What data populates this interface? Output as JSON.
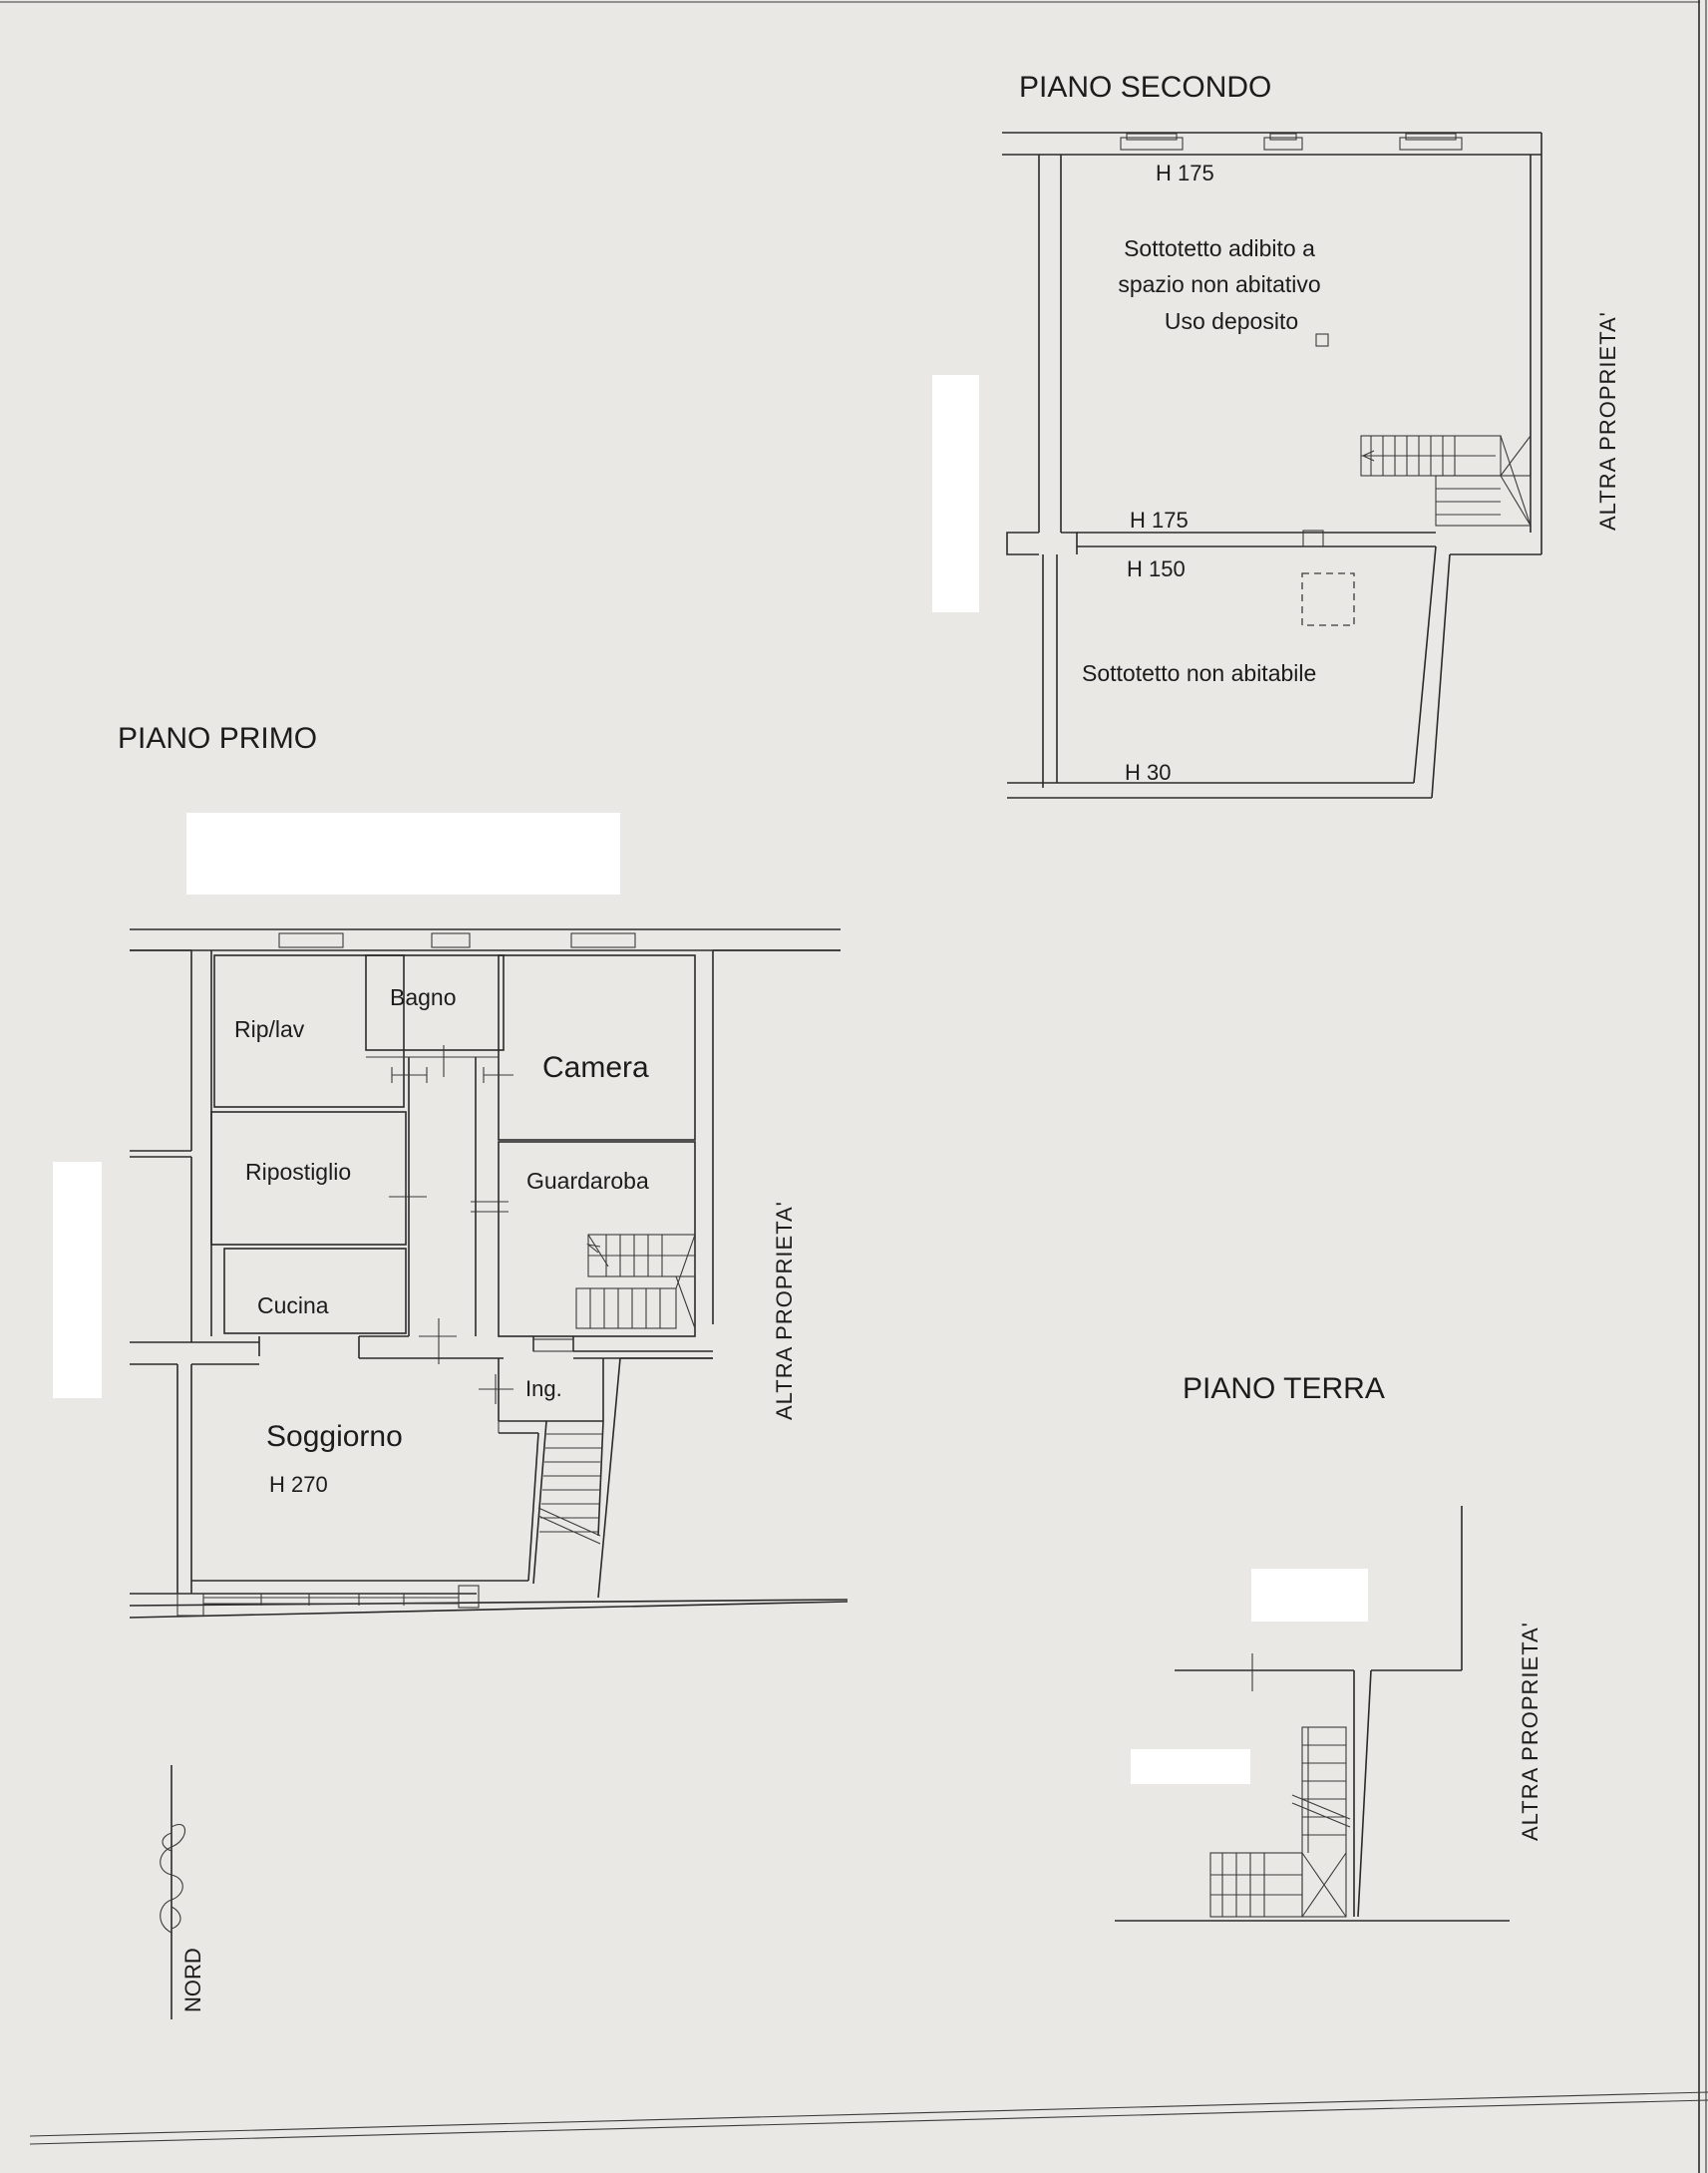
{
  "floors": {
    "second": {
      "title": "PIANO SECONDO",
      "heights": {
        "top": "H 175",
        "mid_upper": "H 175",
        "mid_lower": "H 150",
        "bottom": "H 30"
      },
      "attic_use": [
        "Sottotetto adibito a",
        "spazio non abitativo",
        "Uso deposito"
      ],
      "attic_non_habitable": "Sottotetto non abitabile",
      "neighbour": "ALTRA PROPRIETA'"
    },
    "first": {
      "title": "PIANO PRIMO",
      "rooms": {
        "rip_lav": "Rip/lav",
        "bagno": "Bagno",
        "camera": "Camera",
        "ripostiglio": "Ripostiglio",
        "guardaroba": "Guardaroba",
        "cucina": "Cucina",
        "ingresso": "Ing.",
        "soggiorno": "Soggiorno"
      },
      "height": "H 270",
      "neighbour": "ALTRA PROPRIETA'"
    },
    "ground": {
      "title": "PIANO TERRA",
      "neighbour": "ALTRA PROPRIETA'"
    }
  },
  "north_arrow": {
    "label": "NORD"
  }
}
